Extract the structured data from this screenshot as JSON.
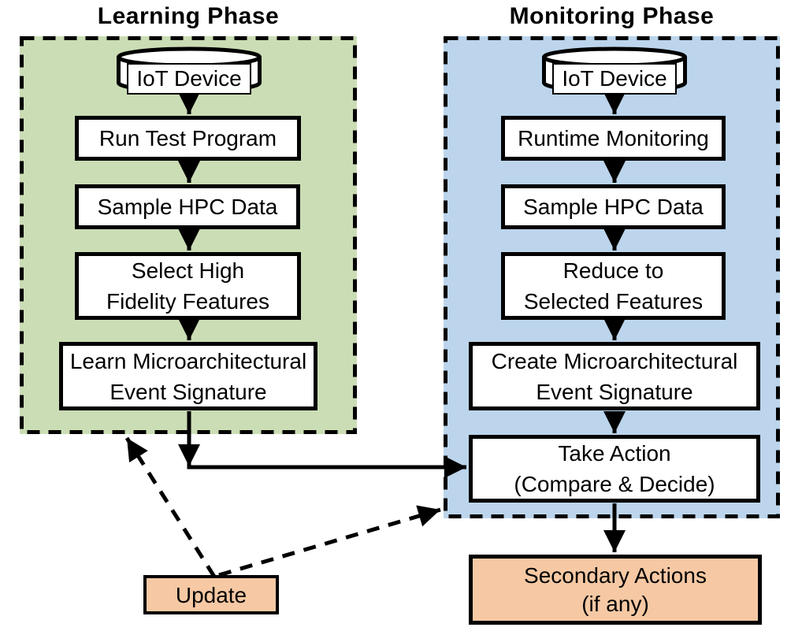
{
  "colors": {
    "learning_bg": "#cbddb5",
    "monitoring_bg": "#bcd5ec",
    "action_bg": "#f6c9a4",
    "node_bg": "#ffffff",
    "line": "#000000"
  },
  "learning": {
    "title": "Learning Phase",
    "device": "IoT Device",
    "steps": [
      {
        "lines": [
          "Run Test Program"
        ]
      },
      {
        "lines": [
          "Sample HPC Data"
        ]
      },
      {
        "lines": [
          "Select High",
          "Fidelity Features"
        ]
      },
      {
        "lines": [
          "Learn Microarchitectural",
          "Event Signature"
        ]
      }
    ]
  },
  "monitoring": {
    "title": "Monitoring Phase",
    "device": "IoT Device",
    "steps": [
      {
        "lines": [
          "Runtime Monitoring"
        ]
      },
      {
        "lines": [
          "Sample HPC Data"
        ]
      },
      {
        "lines": [
          "Reduce to",
          "Selected Features"
        ]
      },
      {
        "lines": [
          "Create Microarchitectural",
          "Event Signature"
        ]
      },
      {
        "lines": [
          "Take Action",
          "(Compare & Decide)"
        ]
      }
    ]
  },
  "actions": {
    "update": {
      "lines": [
        "Update"
      ]
    },
    "secondary": {
      "lines": [
        "Secondary Actions",
        "(if any)"
      ]
    }
  }
}
